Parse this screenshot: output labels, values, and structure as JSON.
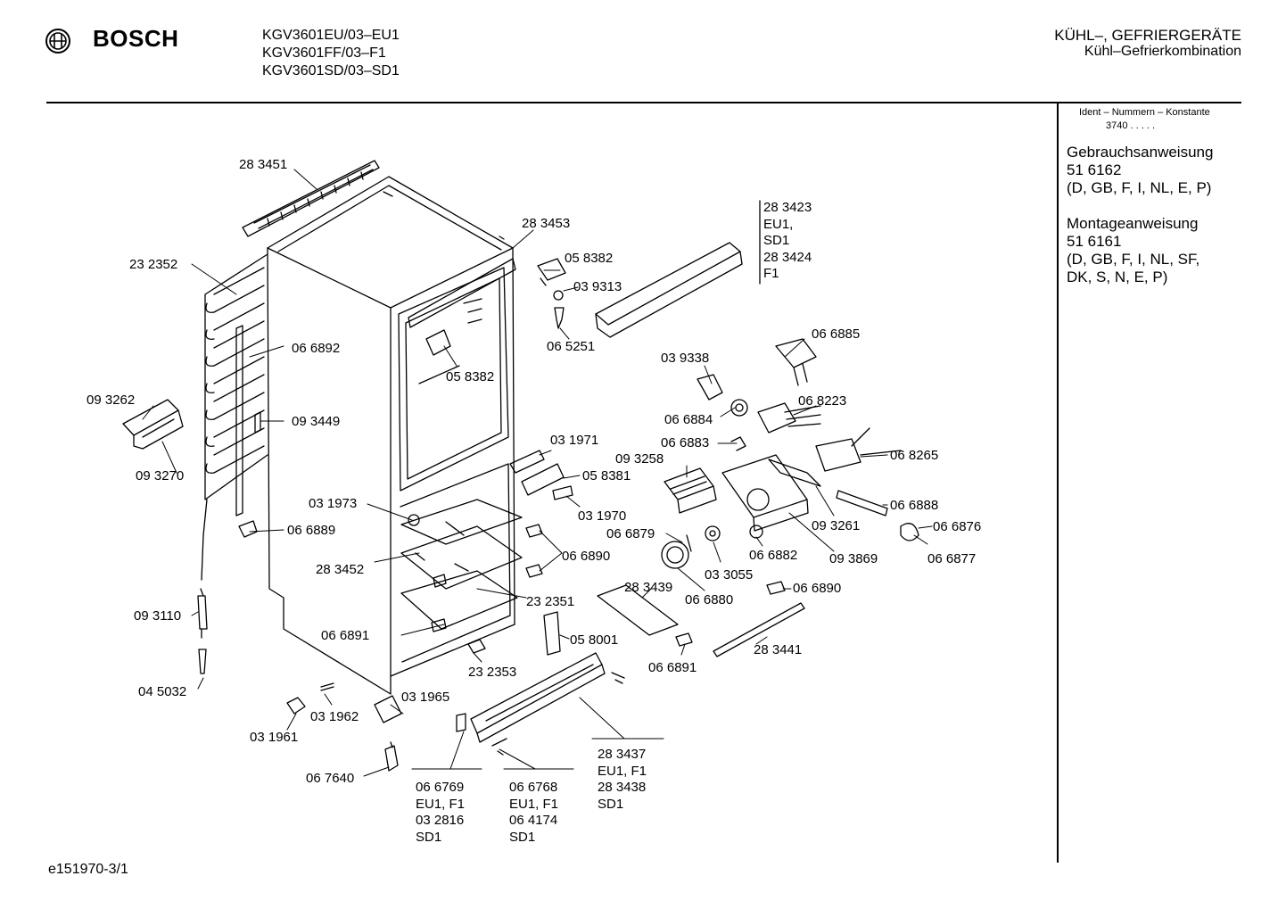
{
  "header": {
    "brand": "BOSCH",
    "models": [
      "KGV3601EU/03–EU1",
      "KGV3601FF/03–F1",
      "KGV3601SD/03–SD1"
    ],
    "category": "KÜHL–, GEFRIERGERÄTE",
    "subcategory": "Kühl–Gefrierkombination"
  },
  "sidebar": {
    "ident_label": "Ident – Nummern – Konstante",
    "ident_value": "3740  .   .   .   .   .",
    "manual_title": "Gebrauchsanweisung",
    "manual_number": "51 6162",
    "manual_langs": "(D, GB, F, I, NL, E, P)",
    "assembly_title": "Montageanweisung",
    "assembly_number": "51 6161",
    "assembly_langs_1": "(D, GB, F, I, NL, SF,",
    "assembly_langs_2": "DK, S, N, E, P)"
  },
  "parts": [
    "28 3451",
    "23 2352",
    "06 6892",
    "09 3262",
    "09 3449",
    "09 3270",
    "06 6889",
    "09 3110",
    "04 5032",
    "28 3453",
    "05 8382",
    "03 9313",
    "05 8382",
    "06 5251",
    "03 1971",
    "05 8381",
    "03 1973",
    "03 1970",
    "28 3452",
    "06 6890",
    "23 2351",
    "06 6891",
    "05 8001",
    "23 2353",
    "03 1965",
    "03 1962",
    "03 1961",
    "06 7640",
    "06 6885",
    "03 9338",
    "06 8223",
    "06 6884",
    "06 6883",
    "06 8265",
    "09 3258",
    "06 6888",
    "09 3261",
    "06 6876",
    "06 6879",
    "06 6877",
    "03 3055",
    "06 6882",
    "09 3869",
    "28 3439",
    "06 6880",
    "06 6890",
    "28 3441",
    "06 6891"
  ],
  "groups": {
    "g1": [
      "28 3423",
      "EU1,",
      "SD1",
      "28 3424",
      "F1"
    ],
    "g2": [
      "06 6769",
      "EU1, F1",
      "03 2816",
      "SD1"
    ],
    "g3": [
      "06 6768",
      "EU1, F1",
      "06 4174",
      "SD1"
    ],
    "g4": [
      "28 3437",
      "EU1, F1",
      "28 3438",
      "SD1"
    ]
  },
  "footer": {
    "drawing_id": "e151970-3/1"
  }
}
